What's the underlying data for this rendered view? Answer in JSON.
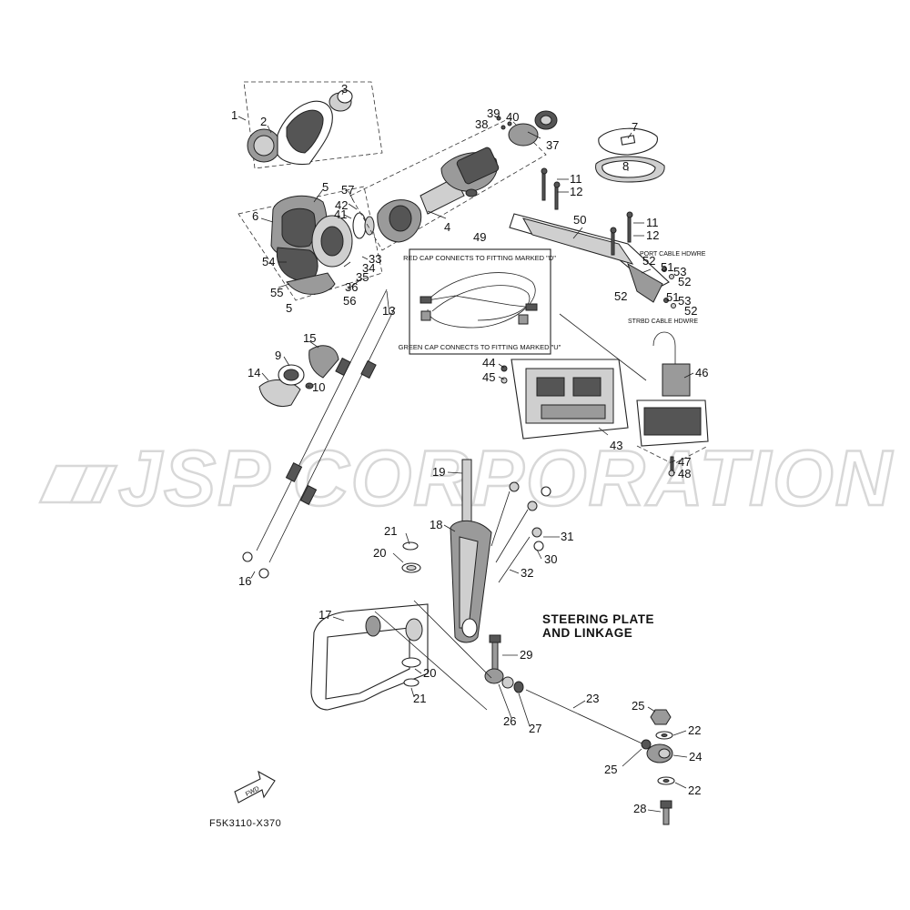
{
  "watermark": "JSP CORPORATION",
  "section_title_line1": "STEERING PLATE",
  "section_title_line2": "AND LINKAGE",
  "figure_code": "F5K3110-X370",
  "fwd_label": "FWD",
  "hose_note_top": "RED CAP CONNECTS TO FITTING MARKED \"D\"",
  "hose_note_bottom": "GREEN CAP CONNECTS TO FITTING MARKED \"U\"",
  "port_cable_label": "PORT CABLE HDWRE",
  "strbd_cable_label": "STRBD CABLE HDWRE",
  "callouts": {
    "c1": "1",
    "c2": "2",
    "c3": "3",
    "c4": "4",
    "c5a": "5",
    "c5b": "5",
    "c6": "6",
    "c7": "7",
    "c8": "8",
    "c9": "9",
    "c10": "10",
    "c11a": "11",
    "c11b": "11",
    "c12a": "12",
    "c12b": "12",
    "c13": "13",
    "c14": "14",
    "c15": "15",
    "c16": "16",
    "c17": "17",
    "c18": "18",
    "c19": "19",
    "c20a": "20",
    "c20b": "20",
    "c21a": "21",
    "c21b": "21",
    "c22a": "22",
    "c22b": "22",
    "c23": "23",
    "c24": "24",
    "c25a": "25",
    "c25b": "25",
    "c26": "26",
    "c27": "27",
    "c28": "28",
    "c29": "29",
    "c30": "30",
    "c31": "31",
    "c32": "32",
    "c33": "33",
    "c34": "34",
    "c35": "35",
    "c36": "36",
    "c37": "37",
    "c38": "38",
    "c39": "39",
    "c40": "40",
    "c41": "41",
    "c42": "42",
    "c43": "43",
    "c44": "44",
    "c45": "45",
    "c46": "46",
    "c47": "47",
    "c48": "48",
    "c49": "49",
    "c50": "50",
    "c51a": "51",
    "c51b": "51",
    "c52a": "52",
    "c52b": "52",
    "c52c": "52",
    "c52d": "52",
    "c53a": "53",
    "c53b": "53",
    "c54": "54",
    "c55": "55",
    "c56": "56",
    "c57": "57"
  }
}
